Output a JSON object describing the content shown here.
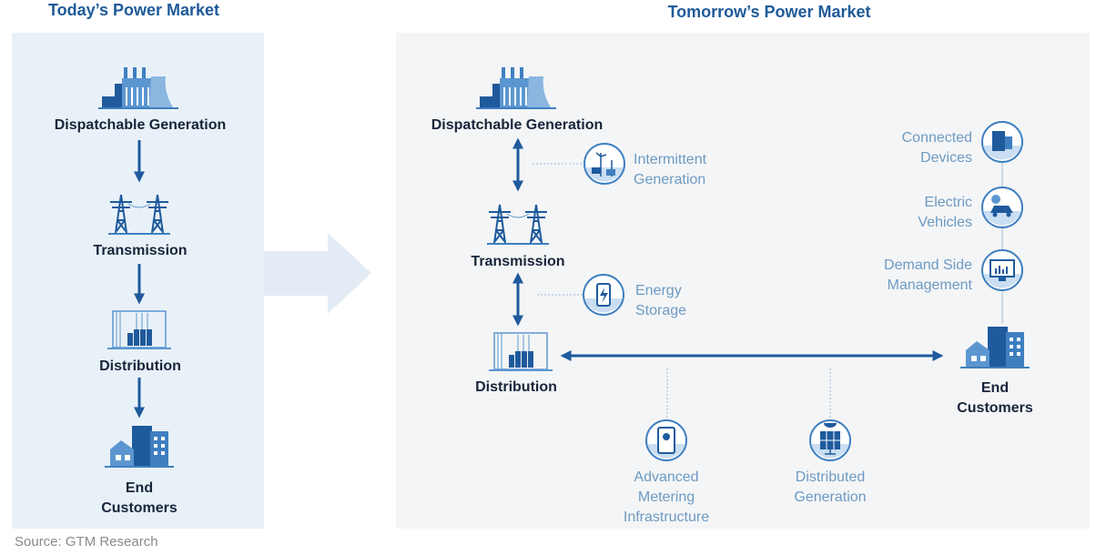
{
  "today": {
    "title": "Today’s Power Market",
    "items": [
      "Dispatchable Generation",
      "Transmission",
      "Distribution"
    ],
    "end_customers": [
      "End",
      "Customers"
    ]
  },
  "tomorrow": {
    "title": "Tomorrow’s Power Market",
    "items": [
      "Dispatchable Generation",
      "Transmission",
      "Distribution"
    ],
    "end_customers": [
      "End",
      "Customers"
    ],
    "intermittent": [
      "Intermittent",
      "Generation"
    ],
    "storage": [
      "Energy",
      "Storage"
    ],
    "connected": [
      "Connected",
      "Devices"
    ],
    "ev": [
      "Electric",
      "Vehicles"
    ],
    "dsm": [
      "Demand Side",
      "Management"
    ],
    "ami": [
      "Advanced",
      "Metering",
      "Infrastructure"
    ],
    "dg": [
      "Distributed",
      "Generation"
    ]
  },
  "source": "Source: GTM Research",
  "colors": {
    "accent": "#1f5a99",
    "label": "#17253a",
    "soft": "#6d9ac3",
    "left_panel": "#e9f1f8",
    "right_panel": "#f4f5f6"
  }
}
